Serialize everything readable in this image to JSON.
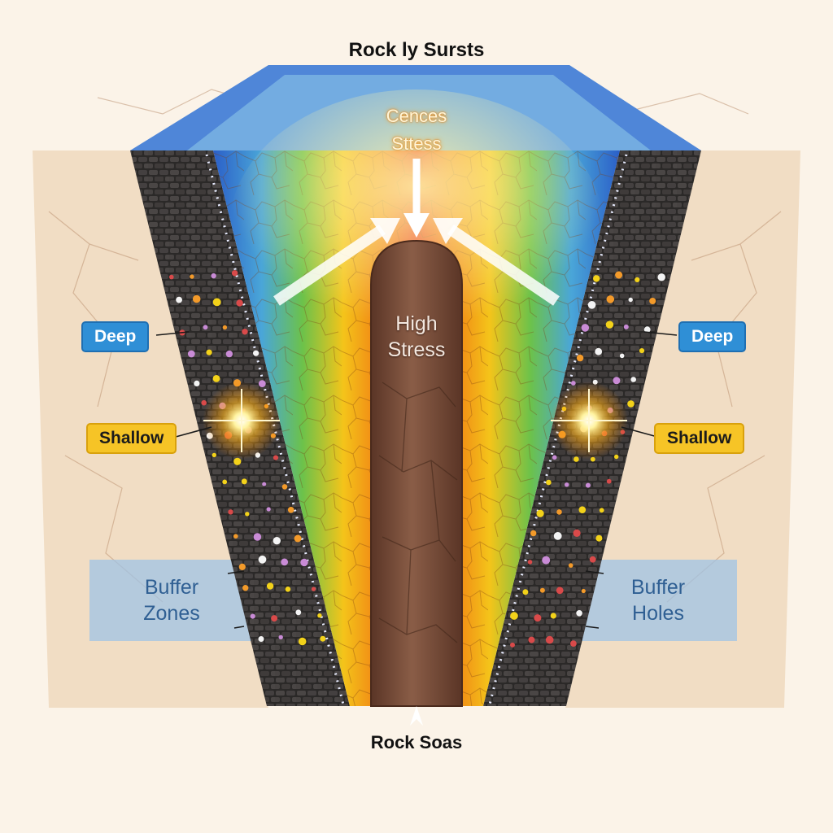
{
  "title": "Rock ly Sursts",
  "top_stress_label": {
    "line1": "Cences",
    "line2": "Sttess"
  },
  "core_label": {
    "line1": "High",
    "line2": "Stress"
  },
  "left_tags": {
    "deep": "Deep",
    "shallow": "Shallow"
  },
  "right_tags": {
    "deep": "Deep",
    "shallow": "Shallow"
  },
  "left_zone": {
    "line1": "Buffer",
    "line2": "Zones"
  },
  "right_zone": {
    "line1": "Buffer",
    "line2": "Holes"
  },
  "bottom_label": "Rock Soas",
  "colors": {
    "background": "#fbf3e8",
    "rock_wall": "#2f2c2b",
    "core": "#7a4f3a",
    "deep_tag": "#2f8fd6",
    "shallow_tag": "#f6c426",
    "buffer_band": "#9fc3e6",
    "stress_hot": "#e8281b",
    "stress_warm": "#f6b80f",
    "stress_cool": "#2f6fd0"
  }
}
